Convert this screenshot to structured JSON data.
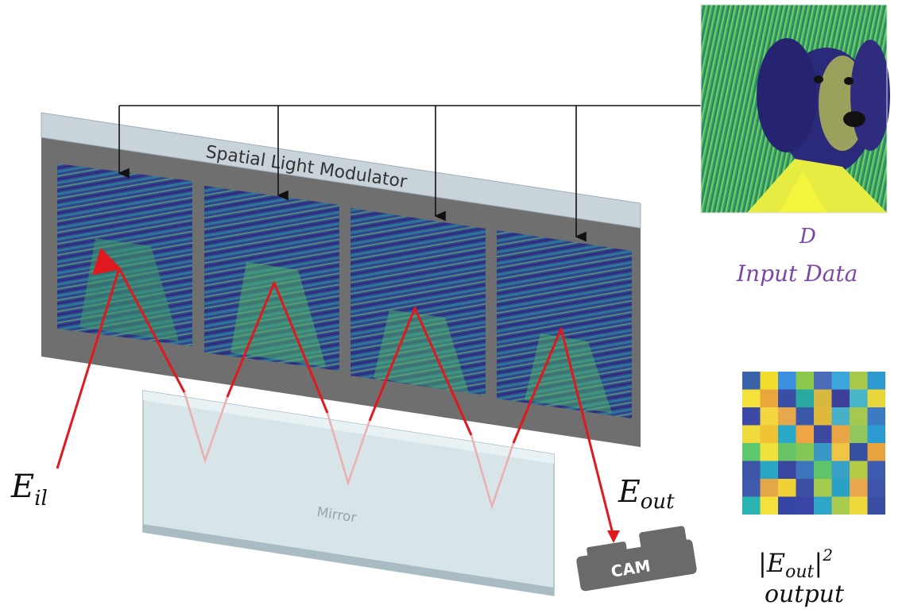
{
  "slm": {
    "label": "Spatial Light Modulator"
  },
  "mirror": {
    "label": "Mirror"
  },
  "camera": {
    "label": "CAM"
  },
  "input_field": {
    "base": "E",
    "sub": "il"
  },
  "output_field": {
    "base": "E",
    "sub": "out"
  },
  "input_data": {
    "symbol": "D",
    "caption": "Input Data"
  },
  "output_intensity": {
    "bar": "|",
    "base": "E",
    "sub": "out",
    "close": "|",
    "exp": "2",
    "caption": "output"
  },
  "colors": {
    "beam": "#e0191f",
    "beam_faded": "#eaa2a2",
    "slm_frame": "#6e6e6e",
    "slm_top": "#c9d3da",
    "mirror_face": "#cfdde2",
    "mirror_edge": "#a9bcc4",
    "camera": "#6a6a6a",
    "caption_purple": "#7a46a8",
    "viridis": [
      "#440154",
      "#3b528b",
      "#21918c",
      "#5ec962",
      "#fde725"
    ]
  },
  "output_grid": [
    [
      "#3a62a8",
      "#f2dd2c",
      "#3b8fe0",
      "#8cc84b",
      "#4a6bb8",
      "#3ba7dc",
      "#a8c94a",
      "#2f9ad0"
    ],
    [
      "#f5e23a",
      "#e8a63c",
      "#3a4ea8",
      "#2ba8a0",
      "#d8b840",
      "#3d3f99",
      "#47b6c8",
      "#e9d63a"
    ],
    [
      "#3c4aa5",
      "#f2d640",
      "#e6a84a",
      "#3a57a8",
      "#e0b83c",
      "#48b1c9",
      "#a6c84e",
      "#3a7bc4"
    ],
    [
      "#efd93c",
      "#f0c236",
      "#2aa9c8",
      "#f0a443",
      "#3d49a0",
      "#eaa545",
      "#8fc65e",
      "#2c9bd3"
    ],
    [
      "#5cc86b",
      "#efe03a",
      "#69c466",
      "#85c658",
      "#3a97c6",
      "#f0c543",
      "#3550a3",
      "#e7a33e"
    ],
    [
      "#3c55a6",
      "#2aa7c4",
      "#3b46a0",
      "#3e74bb",
      "#5dc46c",
      "#39a0c8",
      "#b6cb45",
      "#3d5cb0"
    ],
    [
      "#3f5aab",
      "#e4a647",
      "#f0d136",
      "#3e4ea2",
      "#a6c950",
      "#29a1c6",
      "#e8a74a",
      "#3f55aa"
    ],
    [
      "#2ab4b4",
      "#f3e23c",
      "#3546a2",
      "#3a46a5",
      "#2fa5c8",
      "#a9cb4f",
      "#eed93d",
      "#3a4fa4"
    ]
  ]
}
